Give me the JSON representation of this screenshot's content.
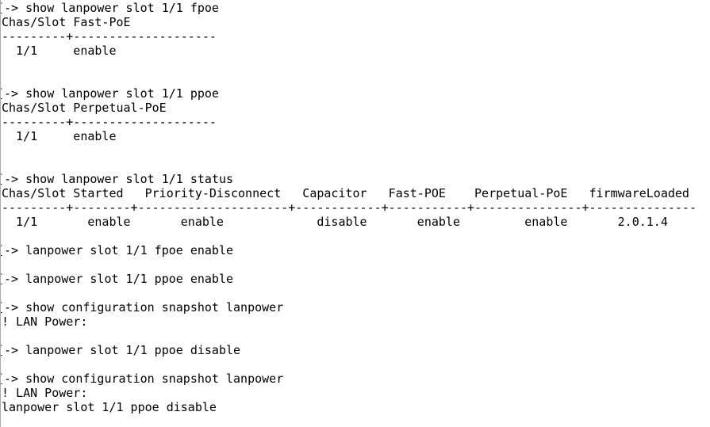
{
  "terminal": {
    "background_color": "#ffffff",
    "text_color": "#000000",
    "left_border_color": "#ababab",
    "prompt_marker": "[->",
    "blocks": [
      {
        "command": "show lanpower slot 1/1 fpoe",
        "output": [
          "Chas/Slot Fast-PoE",
          "---------+--------------------",
          "  1/1     enable"
        ],
        "blank_lines_after": 2
      },
      {
        "command": "show lanpower slot 1/1 ppoe",
        "output": [
          "Chas/Slot Perpetual-PoE",
          "---------+--------------------",
          "  1/1     enable"
        ],
        "blank_lines_after": 2
      },
      {
        "command": "show lanpower slot 1/1 status",
        "output": [
          "Chas/Slot Started   Priority-Disconnect   Capacitor   Fast-POE    Perpetual-PoE   firmwareLoaded",
          "---------+--------+---------------------+------------+-----------+---------------+---------------",
          "  1/1       enable       enable             disable       enable         enable       2.0.1.4"
        ],
        "blank_lines_after": 1
      },
      {
        "command": "lanpower slot 1/1 fpoe enable",
        "output": [],
        "blank_lines_after": 1
      },
      {
        "command": "lanpower slot 1/1 ppoe enable",
        "output": [],
        "blank_lines_after": 1
      },
      {
        "command": "show configuration snapshot lanpower",
        "output": [
          "! LAN Power:"
        ],
        "blank_lines_after": 1
      },
      {
        "command": "lanpower slot 1/1 ppoe disable",
        "output": [],
        "blank_lines_after": 1
      },
      {
        "command": "show configuration snapshot lanpower",
        "output": [
          "! LAN Power:",
          "lanpower slot 1/1 ppoe disable"
        ],
        "blank_lines_after": 0
      }
    ]
  }
}
